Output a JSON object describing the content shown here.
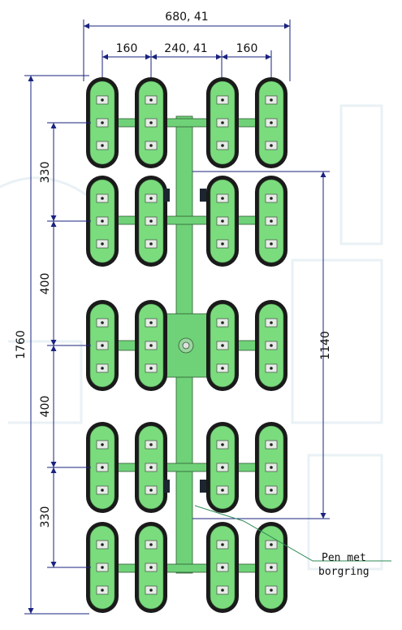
{
  "dimensions": {
    "overall_width": "680, 41",
    "pad_spacing_left": "160",
    "center_spacing": "240, 41",
    "pad_spacing_right": "160",
    "overall_height": "1760",
    "row_gap_top": "330",
    "row_gap_upper": "400",
    "row_gap_lower": "400",
    "row_gap_bottom": "330",
    "inner_height": "1140"
  },
  "callout": {
    "line1": "Pen met",
    "line2": "borgring"
  },
  "colors": {
    "frame_green": "#6fd278",
    "pad_green": "#7bdc7e",
    "pad_rim": "#1a1a1a",
    "dimension_line": "#1a237e",
    "callout_line": "#2e8b57",
    "background_sketch": "#eef4f7"
  }
}
